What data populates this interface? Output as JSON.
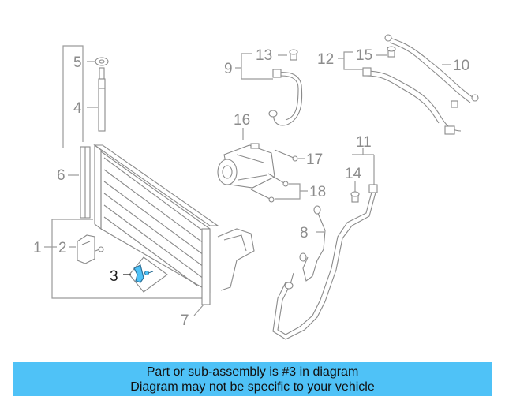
{
  "callouts": {
    "c1": "1",
    "c2": "2",
    "c3": "3",
    "c4": "4",
    "c5": "5",
    "c6": "6",
    "c7": "7",
    "c8": "8",
    "c9": "9",
    "c10": "10",
    "c11": "11",
    "c12": "12",
    "c13": "13",
    "c14": "14",
    "c15": "15",
    "c16": "16",
    "c17": "17",
    "c18": "18"
  },
  "highlight_color": "#4fc2f7",
  "banner": {
    "line1": "Part or sub-assembly is #3 in diagram",
    "line2": "Diagram may not be specific to your vehicle"
  }
}
